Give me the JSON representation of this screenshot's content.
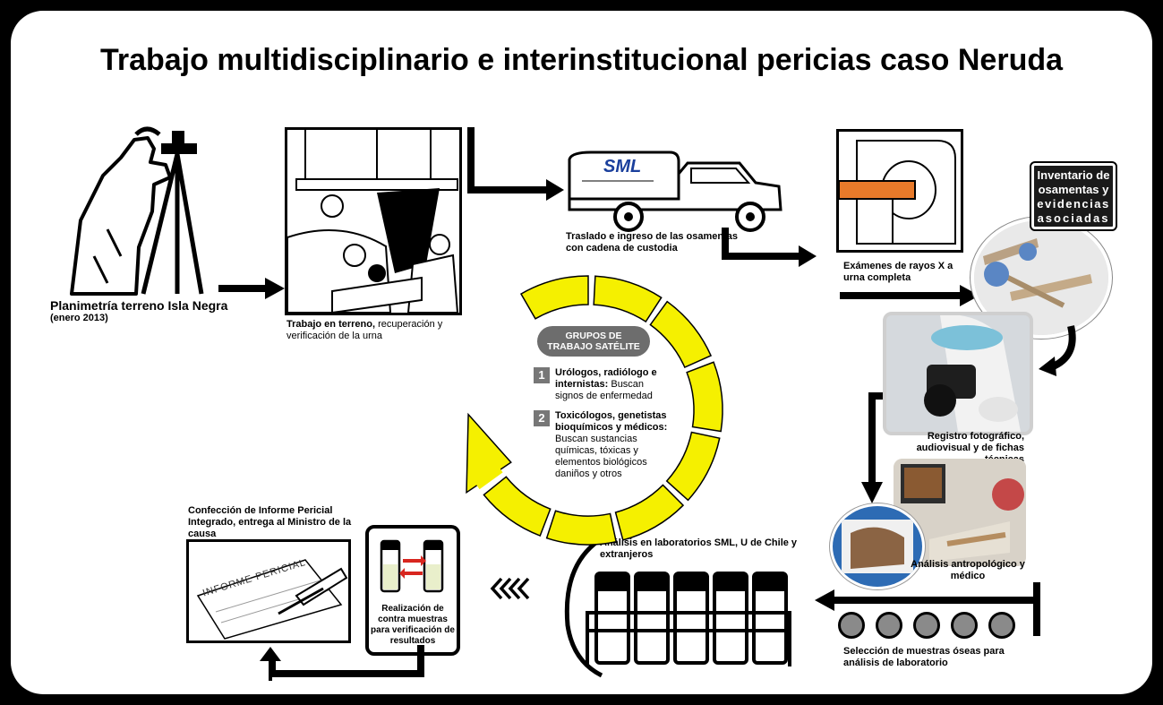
{
  "title": "Trabajo multidisciplinario e interinstitucional pericias caso Neruda",
  "steps": {
    "planimetria": {
      "title": "Planimetría terreno Isla Negra",
      "date": "(enero 2013)"
    },
    "terreno": {
      "bold": "Trabajo en terreno,",
      "rest": " recuperación y verificación de la urna"
    },
    "traslado": {
      "text": "Traslado e ingreso de las osamentas con cadena de custodia"
    },
    "truck_logo": "SML",
    "rayos": {
      "text": "Exámenes de rayos X a urna completa"
    },
    "inventario": {
      "line1": "Inventario de",
      "line2": "osamentas y",
      "line3": "evidencias",
      "line4": "asociadas"
    },
    "registro": {
      "text": "Registro fotográfico, audiovisual y de fichas técnicas"
    },
    "antropologico": {
      "text": "Análisis antropológico y médico"
    },
    "seleccion": {
      "text": "Selección de muestras óseas para análisis de laboratorio"
    },
    "laboratorios": {
      "text": "Análisis en laboratorios SML, U de Chile y extranjeros"
    },
    "contra": {
      "text": "Realización de contra muestras para verificación de resultados"
    },
    "informe": {
      "text": "Confección de Informe Pericial Integrado, entrega al Ministro de la causa",
      "doc_label": "INFORME PERICIAL"
    }
  },
  "satellite": {
    "header_line1": "GRUPOS DE",
    "header_line2": "TRABAJO SATÉLITE",
    "groups": [
      {
        "num": "1",
        "bold": "Urólogos, radiólogo e internistas:",
        "rest": " Buscan signos de enfermedad"
      },
      {
        "num": "2",
        "bold": "Toxicólogos, genetistas bioquímicos y médicos:",
        "rest": " Buscan sustancias químicas, tóxicas y elementos biológicos daniños y otros"
      }
    ],
    "ring_color": "#f5f000"
  }
}
